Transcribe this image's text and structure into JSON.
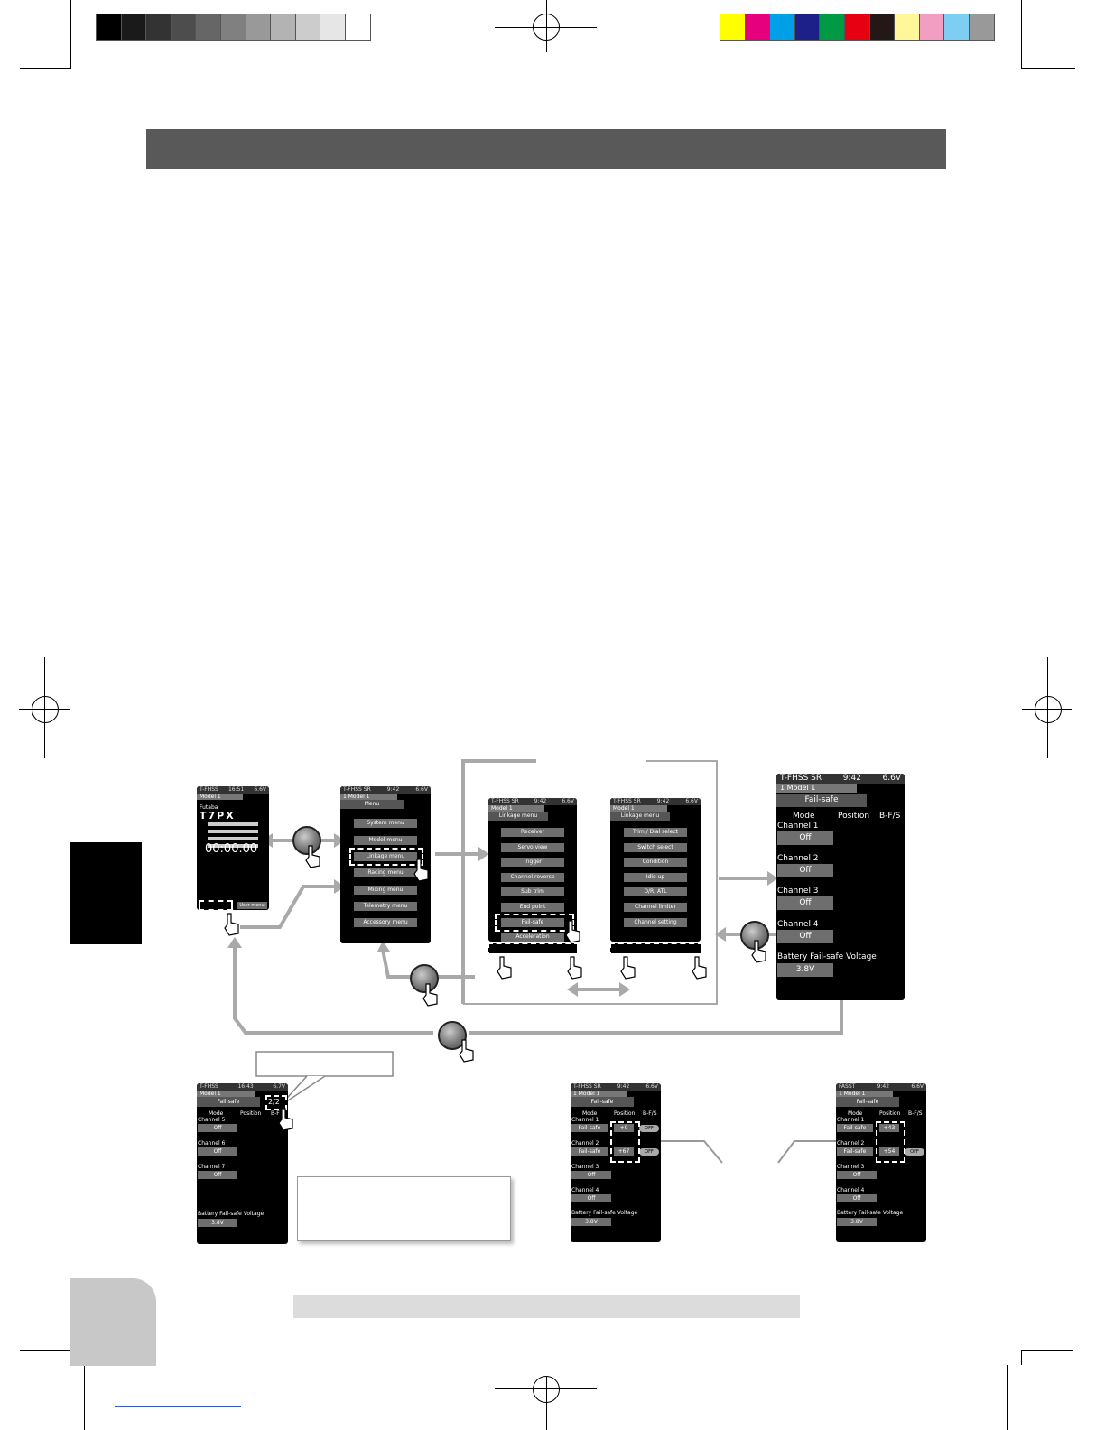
{
  "color_bar": {
    "grays": [
      "#000000",
      "#1a1a1a",
      "#333333",
      "#4d4d4d",
      "#666666",
      "#808080",
      "#999999",
      "#b3b3b3",
      "#cccccc",
      "#e6e6e6",
      "#ffffff"
    ],
    "colors": [
      "#ffff00",
      "#e6007e",
      "#00a0e9",
      "#1d2088",
      "#009944",
      "#e60012",
      "#231815",
      "#fff799",
      "#f19ec2",
      "#7ecef4",
      "#999999"
    ]
  },
  "home_screen": {
    "status": "T-FHSS",
    "time": "16:51",
    "voltage": "6.6V",
    "model": "Model 1",
    "brand": "Futaba",
    "product": "T7PX",
    "timer": "00:00.00",
    "user_menu": "User menu"
  },
  "menu_screen": {
    "status": "T-FHSS SR",
    "time": "9:42",
    "voltage": "6.6V",
    "model": "1   Model 1",
    "header": "Menu",
    "items": [
      "System menu",
      "Model menu",
      "Linkage menu",
      "Racing menu",
      "Mixing menu",
      "Telemetry menu",
      "Accessory menu"
    ]
  },
  "linkage_screen_1": {
    "status": "T-FHSS SR",
    "time": "9:42",
    "voltage": "6.6V",
    "model": "Model 1",
    "header": "Linkage menu",
    "items": [
      "Receiver",
      "Servo view",
      "Trigger",
      "Channel reverse",
      "Sub trim",
      "End point",
      "Fail-safe",
      "Acceleration"
    ]
  },
  "linkage_screen_2": {
    "status": "T-FHSS SR",
    "time": "9:42",
    "voltage": "6.6V",
    "model": "Model 1",
    "header": "Linkage menu",
    "items": [
      "Trim / Dial select",
      "Switch select",
      "Condition",
      "Idle up",
      "D/R, ATL",
      "Channel limiter",
      "Channel setting"
    ]
  },
  "failsafe_big": {
    "status": "T-FHSS SR",
    "time": "9:42",
    "voltage": "6.6V",
    "model": "1    Model 1",
    "header": "Fail-safe",
    "col_mode": "Mode",
    "col_position": "Position",
    "col_bfs": "B-F/S",
    "channels": [
      {
        "label": "Channel 1",
        "mode": "Off"
      },
      {
        "label": "Channel 2",
        "mode": "Off"
      },
      {
        "label": "Channel 3",
        "mode": "Off"
      },
      {
        "label": "Channel 4",
        "mode": "Off"
      }
    ],
    "battery_label": "Battery Fail-safe Voltage",
    "battery_value": "3.8V"
  },
  "failsafe_p2": {
    "status": "T-FHSS",
    "time": "16:43",
    "voltage": "6.7V",
    "model": "Model 1",
    "header": "Fail-safe",
    "page": "2/2",
    "col_mode": "Mode",
    "col_position": "Position",
    "col_bfs": "B-F",
    "channels": [
      {
        "label": "Channel 5",
        "mode": "Off"
      },
      {
        "label": "Channel 6",
        "mode": "Off"
      },
      {
        "label": "Channel 7",
        "mode": "Off"
      }
    ],
    "battery_label": "Battery Fail-safe Voltage",
    "battery_value": "3.8V"
  },
  "failsafe_ex1": {
    "status": "T-FHSS SR",
    "time": "9:42",
    "voltage": "6.6V",
    "model": "1   Model 1",
    "header": "Fail-safe",
    "col_mode": "Mode",
    "col_position": "Position",
    "col_bfs": "B-F/S",
    "channels": [
      {
        "label": "Channel 1",
        "mode": "Fail-safe",
        "pos": "+0",
        "bfs": "OFF"
      },
      {
        "label": "Channel 2",
        "mode": "Fail-safe",
        "pos": "+67",
        "bfs": "OFF"
      },
      {
        "label": "Channel 3",
        "mode": "Off"
      },
      {
        "label": "Channel 4",
        "mode": "Off"
      }
    ],
    "battery_label": "Battery Fail-safe Voltage",
    "battery_value": "3.8V"
  },
  "failsafe_ex2": {
    "status": "FASST",
    "time": "9:42",
    "voltage": "6.6V",
    "model": "1   Model 1",
    "header": "Fail-safe",
    "col_mode": "Mode",
    "col_position": "Position",
    "col_bfs": "B-F/S",
    "channels": [
      {
        "label": "Channel 1",
        "mode": "Fail-safe",
        "pos": "+43"
      },
      {
        "label": "Channel 2",
        "mode": "Fail-safe",
        "pos": "+54",
        "bfs": "OFF"
      },
      {
        "label": "Channel 3",
        "mode": "Off"
      },
      {
        "label": "Channel 4",
        "mode": "Off"
      }
    ],
    "battery_label": "Battery Fail-safe Voltage",
    "battery_value": "3.8V"
  }
}
